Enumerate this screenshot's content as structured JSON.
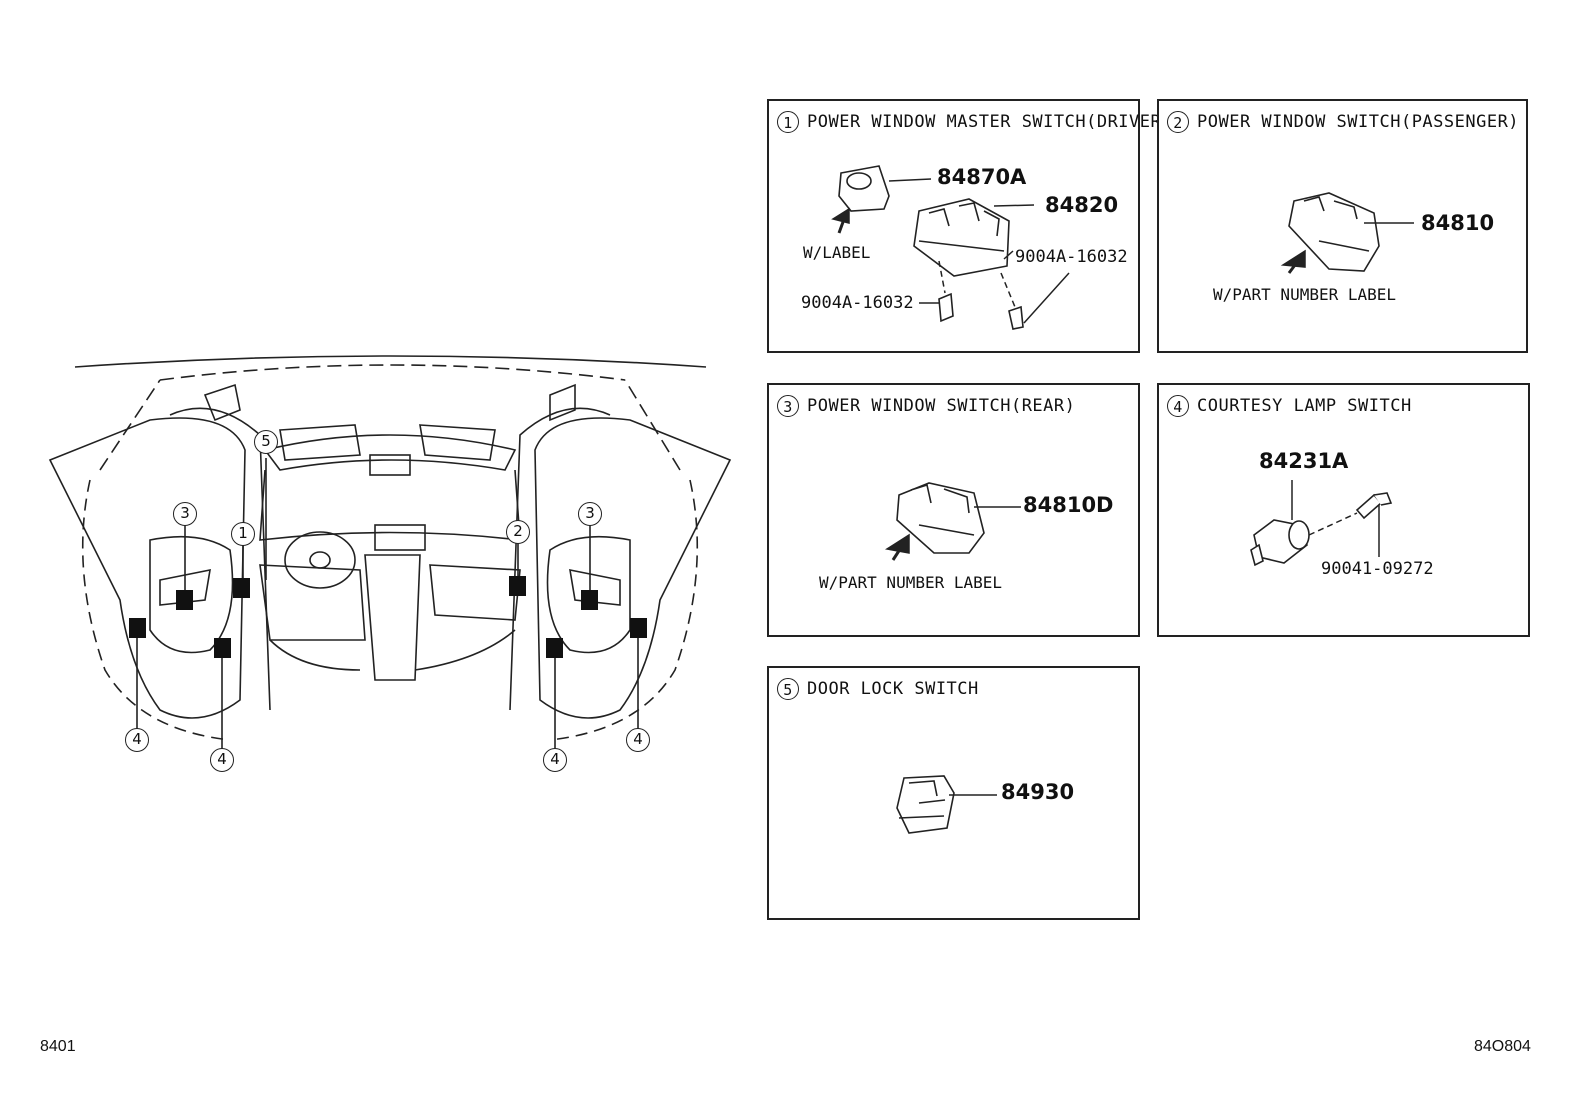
{
  "panels": [
    {
      "num": "1",
      "title": "POWER WINDOW MASTER SWITCH(DRIVER)",
      "parts": [
        "84870A",
        "84820"
      ],
      "bolts": [
        "9004A-16032",
        "9004A-16032"
      ],
      "notes": [
        "W/LABEL"
      ]
    },
    {
      "num": "2",
      "title": "POWER WINDOW SWITCH(PASSENGER)",
      "parts": [
        "84810"
      ],
      "notes": [
        "W/PART NUMBER LABEL"
      ]
    },
    {
      "num": "3",
      "title": "POWER WINDOW SWITCH(REAR)",
      "parts": [
        "84810D"
      ],
      "notes": [
        "W/PART NUMBER LABEL"
      ]
    },
    {
      "num": "4",
      "title": "COURTESY LAMP SWITCH",
      "parts": [
        "84231A"
      ],
      "bolts": [
        "90041-09272"
      ]
    },
    {
      "num": "5",
      "title": "DOOR LOCK SWITCH",
      "parts": [
        "84930"
      ]
    }
  ],
  "overview": {
    "callouts": [
      "3",
      "1",
      "5",
      "2",
      "3",
      "4",
      "4",
      "4",
      "4"
    ]
  },
  "footer": {
    "left": "8401",
    "right": "84O804"
  }
}
